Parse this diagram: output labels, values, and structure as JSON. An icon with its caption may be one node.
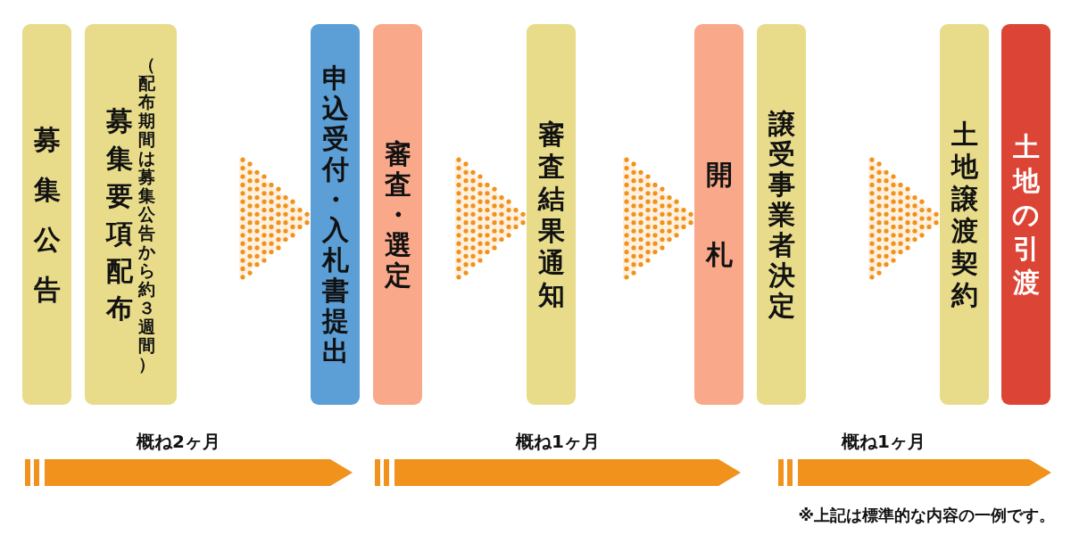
{
  "diagram": {
    "nodes": [
      {
        "text": [
          "募集公告"
        ]
      },
      {
        "text": [
          "募集要項配布",
          "（配布期間は募集公告から約３週間）"
        ]
      },
      {
        "text": [
          "申込受付・入札書提出"
        ]
      },
      {
        "text": [
          "審査・選定"
        ]
      },
      {
        "text": [
          "審査結果通知"
        ]
      },
      {
        "text": [
          "開札"
        ]
      },
      {
        "text": [
          "譲受事業者決定"
        ]
      },
      {
        "text": [
          "土地譲渡契約"
        ]
      },
      {
        "text": [
          "土地の引渡"
        ]
      }
    ],
    "edges": [
      {
        "from": 1,
        "to": 2,
        "arrow": "to"
      },
      {
        "from": 3,
        "to": 4,
        "arrow": "to"
      },
      {
        "from": 4,
        "to": 5,
        "arrow": "to"
      },
      {
        "from": 6,
        "to": 7,
        "arrow": "to"
      }
    ],
    "labels": [
      "概ね2ヶ月",
      "概ね1ヶ月",
      "概ね1ヶ月",
      "※上記は標準的な内容の一例です。"
    ]
  }
}
